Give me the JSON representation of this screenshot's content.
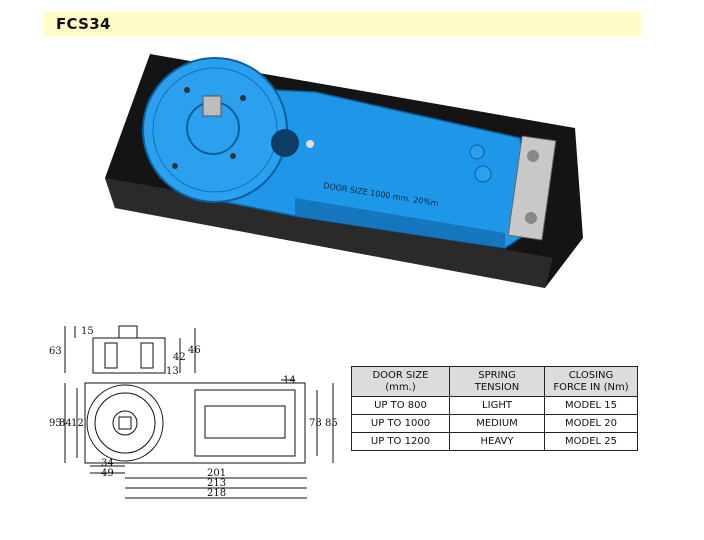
{
  "title": "FCS34",
  "photo": {
    "label_text": "DOOR SIZE 1000 mm. 20%m",
    "colors": {
      "body": "#1f97e8",
      "box": "#151515",
      "metal": "#c8c8c8"
    }
  },
  "drawing": {
    "dimensions": {
      "d15": "15",
      "d63": "63",
      "d42": "42",
      "d46": "46",
      "d13": "13",
      "d14": "14",
      "d95": "95",
      "d84": "84",
      "d12": "12",
      "d78": "78",
      "d85": "85",
      "d34": "34",
      "d49": "49",
      "d201": "201",
      "d213": "213",
      "d218": "218"
    }
  },
  "table": {
    "headers": [
      "DOOR SIZE",
      "(mm.)",
      "SPRING",
      "TENSION",
      "CLOSING",
      "FORCE IN (Nm)"
    ],
    "rows": [
      [
        "UP TO 800",
        "LIGHT",
        "MODEL 15"
      ],
      [
        "UP TO 1000",
        "MEDIUM",
        "MODEL 20"
      ],
      [
        "UP TO 1200",
        "HEAVY",
        "MODEL 25"
      ]
    ]
  }
}
